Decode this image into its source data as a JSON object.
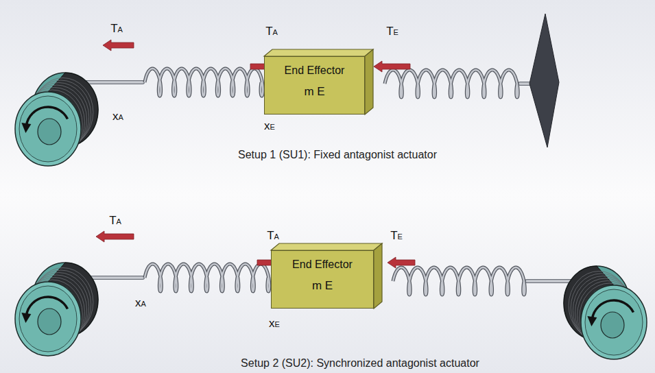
{
  "diagram": {
    "nodes": [
      {
        "text": [
          "End Effector",
          "m E"
        ]
      },
      {
        "text": [
          "End Effector",
          "m E"
        ]
      }
    ],
    "labels": [
      "TA",
      "TA",
      "TE",
      "xA",
      "xE",
      "Setup 1 (SU1): Fixed antagonist actuator",
      "TA",
      "TA",
      "TE",
      "xA",
      "xE",
      "Setup 2 (SU2): Synchronized antagonist actuator"
    ]
  }
}
